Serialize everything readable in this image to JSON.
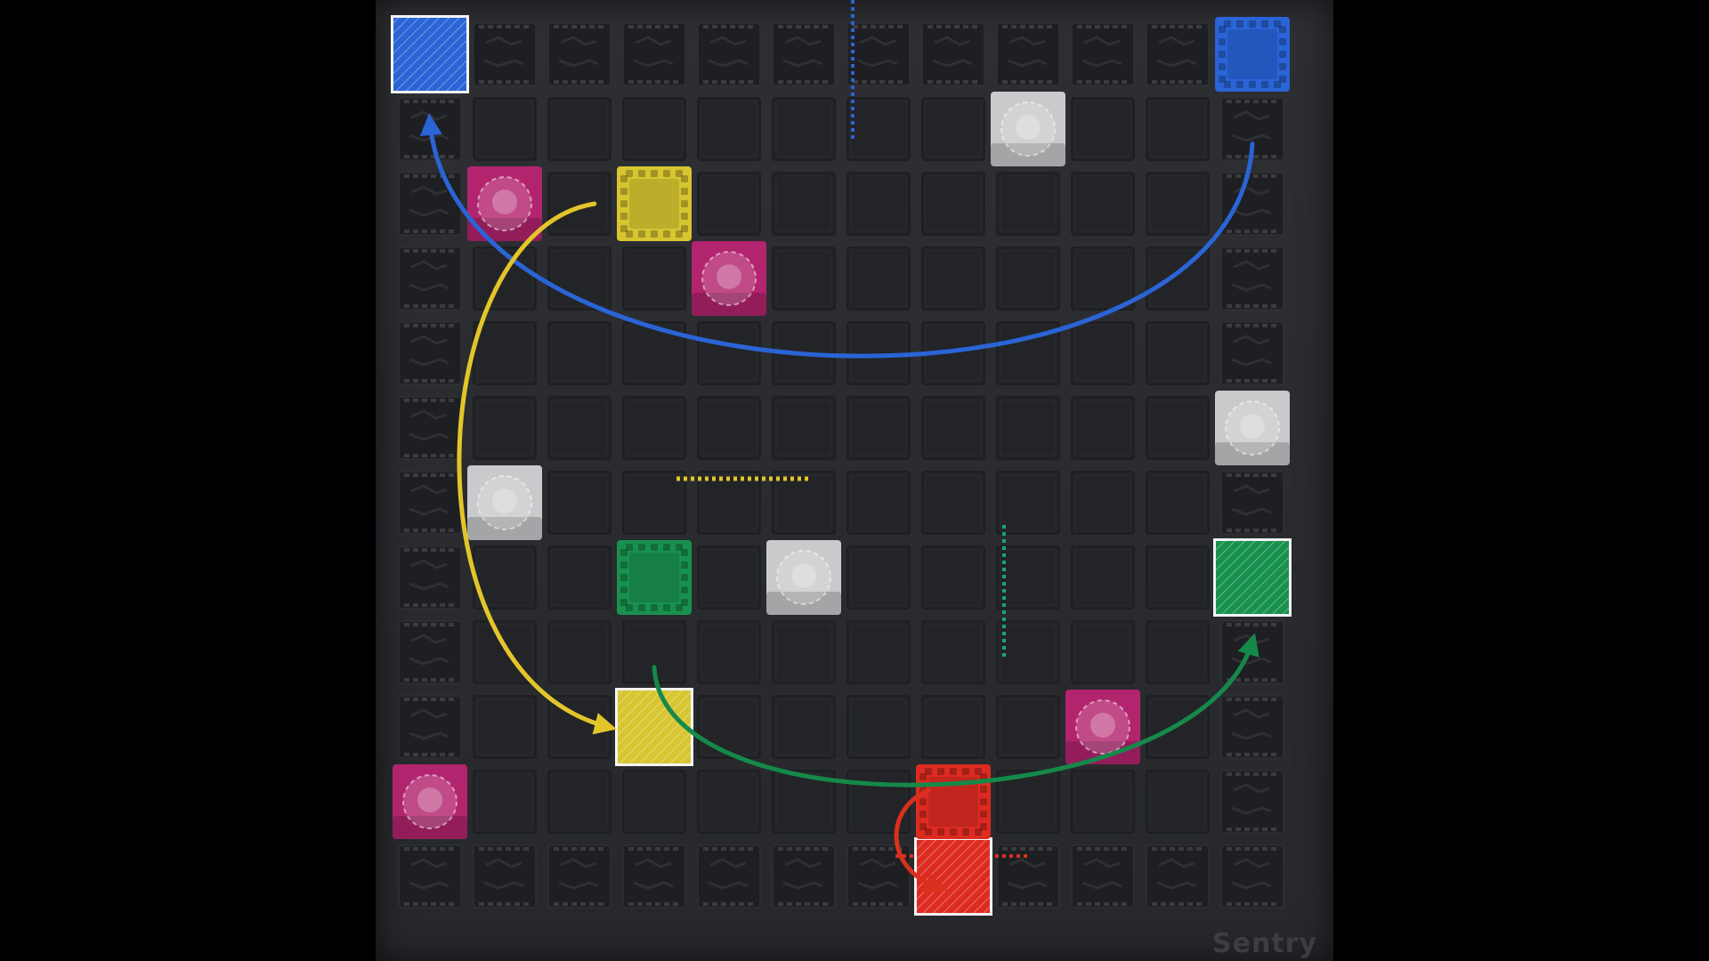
{
  "game": {
    "board_size": 12,
    "brand_text": "Sentry",
    "colors": {
      "board": "#2a2c30",
      "cell": "#222427",
      "wall": "#1d1f22",
      "blue": "#2a64d6",
      "yellow": "#d7c531",
      "green": "#18914e",
      "red": "#dd2b21",
      "magenta": "#b3246e",
      "white": "#c9cacc"
    },
    "wall_cells": [
      [
        0,
        1
      ],
      [
        0,
        2
      ],
      [
        0,
        3
      ],
      [
        0,
        4
      ],
      [
        0,
        5
      ],
      [
        0,
        6
      ],
      [
        0,
        7
      ],
      [
        0,
        8
      ],
      [
        0,
        9
      ],
      [
        0,
        10
      ],
      [
        1,
        0
      ],
      [
        2,
        0
      ],
      [
        3,
        0
      ],
      [
        4,
        0
      ],
      [
        5,
        0
      ],
      [
        6,
        0
      ],
      [
        7,
        0
      ],
      [
        8,
        0
      ],
      [
        9,
        0
      ],
      [
        10,
        0
      ],
      [
        1,
        11
      ],
      [
        2,
        11
      ],
      [
        3,
        11
      ],
      [
        4,
        11
      ],
      [
        5,
        11
      ],
      [
        6,
        11
      ],
      [
        7,
        11
      ],
      [
        8,
        11
      ],
      [
        9,
        11
      ],
      [
        10,
        11
      ],
      [
        11,
        0
      ],
      [
        11,
        1
      ],
      [
        11,
        2
      ],
      [
        11,
        3
      ],
      [
        11,
        4
      ],
      [
        11,
        5
      ],
      [
        11,
        6
      ],
      [
        11,
        8
      ],
      [
        11,
        9
      ],
      [
        11,
        10
      ],
      [
        11,
        11
      ]
    ],
    "robots": [
      {
        "name": "blue",
        "color": "blue",
        "row": 0,
        "col": 11
      },
      {
        "name": "yellow",
        "color": "yellow",
        "row": 2,
        "col": 3
      },
      {
        "name": "green",
        "color": "green",
        "row": 7,
        "col": 3
      },
      {
        "name": "red",
        "color": "red",
        "row": 10,
        "col": 7
      }
    ],
    "targets": [
      {
        "name": "blue",
        "color": "blue",
        "row": 0,
        "col": 0
      },
      {
        "name": "yellow",
        "color": "yellow",
        "row": 9,
        "col": 3
      },
      {
        "name": "green",
        "color": "green",
        "row": 7,
        "col": 11
      },
      {
        "name": "red",
        "color": "red",
        "row": 11,
        "col": 7
      }
    ],
    "blockers": [
      {
        "color": "magenta",
        "row": 2,
        "col": 1
      },
      {
        "color": "magenta",
        "row": 3,
        "col": 4
      },
      {
        "color": "magenta",
        "row": 9,
        "col": 9
      },
      {
        "color": "magenta",
        "row": 10,
        "col": 0
      },
      {
        "color": "white",
        "row": 1,
        "col": 8
      },
      {
        "color": "white",
        "row": 5,
        "col": 11
      },
      {
        "color": "white",
        "row": 6,
        "col": 1
      },
      {
        "color": "white",
        "row": 7,
        "col": 5
      }
    ],
    "move_paths": [
      {
        "name": "blue",
        "color": "blue",
        "from": [
          1.2,
          11.0
        ],
        "to": [
          1.0,
          0.0
        ]
      },
      {
        "name": "yellow",
        "color": "yellow",
        "from": [
          2.0,
          2.2
        ],
        "to": [
          9.0,
          2.55
        ]
      },
      {
        "name": "green",
        "color": "green",
        "from": [
          8.2,
          3.0
        ],
        "to": [
          7.5,
          11.0
        ]
      },
      {
        "name": "red",
        "color": "red",
        "from": [
          9.85,
          6.55
        ],
        "to": [
          11.15,
          6.55
        ]
      }
    ]
  }
}
